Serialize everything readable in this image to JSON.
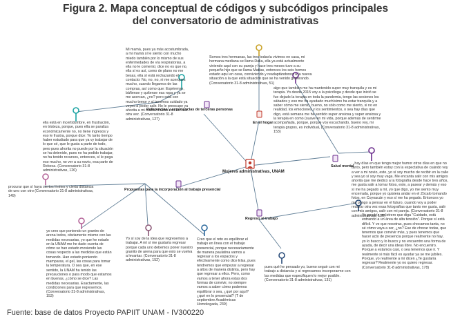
{
  "title": {
    "line1": "Figura 2. Mapa conceptual de códigos y subcódigos principales",
    "line2": "del conversatorio de administrativas"
  },
  "central_node": {
    "label": "Mujeres administrativas, UNAM",
    "icon": "user-document-icon",
    "color": "#c0392b"
  },
  "codes": {
    "referencias": "Referencias y experiencias de terceras personas",
    "en_el_hogar": "En el hogar",
    "salud_mental": "Salud mental",
    "propuestas": "Propuestas para la incorporación al trabajo presencial",
    "regreso": "Regreso al trabajo"
  },
  "quotes": {
    "q_mama": "Mi mamá, pues ya más acostumbrada, a mi mamá sí le siento con mucho miedo también por lo mismo de sus enfermedades de vía respiratorias, a ella no le comento; dice no es que no, ella sí es así, como de plano no me besas, ella sí está rechazando el contacto: No, no, no, ni me acerques mucho, cuando llegamos de las compras, así como que: Espérense, báñense y quítense esa ropa y ya se me acercan, ¿no? pero está con mucho temor y sí tenemos cuidado ya veyes a poder salir. No le preocupe ya ahorita a mi mamá mucho eso de salir otra vez. (Conversatorio 31-8 administrativas, 127)",
    "q_hermanas": "Somos tres hermanas, las tres todavía vivimos en casa, mi hermana mediana se llama Dalia, ella ya está actualmente viviendo aquí con su pareja y hace tres meses tuvo a su pequeño hijo que se llama Matías, entonces los seis hemos estado aquí en casa, conviviendo y readaptándonos a la nueva situación a la que está situación que se ha venido generando. (Conversatorio 31-8 administrativas, 51)",
    "q_algo": "algo que también me ha mantenido super muy tranquila y es mi terapia. Yo desde 2015 voy a la psicóloga y desde que inició se fue dejado la terapia en toda la pandemia, tengo las sesiones los sábados y eso me ha ayudado muchísimo ha estar tranquila y a saber cómo me siento, bueno, no sólo como me siento, si no en realidad, los emociones y los sentimientos, o sea hay días que digo, está semana me he sentido super ansiosa y super ansiosa y la terapia en como (suave en mi vida, porque además de sentirme acompañada, porque, porque voy escuchando, bueno voy, mi terapia grupos, es individual, (Conversatorio 31-8 administrativas, 153)",
    "q_incertidumbre": "ella está en incertidumbre, en frustración, en tristeza, porque, pues ella se paraliza económicamente no, no tiene ingresos y eso le frustra, porque dice: Yo tanto tiempo haber estudiado para que ya vy trabajar de lo que sé, que le gusta a parte de todo, pero pues ahorita no puede por la situación se ha detenido, pues no ha podido trabajar, no ha tenido recursos, entonces, sí le pega eso mucho, no ver a su novio, esa parte de Rebeca. (Conversatorio 31-8 administrativas, 126)",
    "q_humor": "...hay días en que tengo mejor humor otros días en que no tanto, pero también estoy con la expectativa de cuándo voy a ver a mi novio, este, yo sí soy mucho de recibir en la calle y sea yo sí soy muy vaga. Me encanta salir con mis amigos ahorita que me dedico a la fotografía desde hace tres años, me gusta salir a tomar fotos, este, a pasear y demás y eso sí me ha pegado a mí, yo que digo, yo me siento muy encerrada, porque yo quisiera andar en el Zócalo tomando fotos, en Coyoacán y eso sí me ha pegado. Entonces yo me pongo a pensar en el futuro, cuando voy a poder realizar otra vez esas fotografías que tanto me gusta, salir con mis amigos, salir con mi pareja. (Conversatorio 31-8 administrativas, 129)",
    "q_procurar": "procurar que sí haya ciertos límites y cierta distancia de uno con otro (Conversatorio 31-8 administrativas, 149)",
    "q_grantro": "yo creo que poniendo un grantro de arena todos, obviamente mismo con las medidas necesarias, yo que he estado en la UNAM me he dado cuenta de cómo se han estado moviendo las cosas respecto a las medidas que están tomando. Han estado poniendo mamparas, el gel, las cosas para tomar la temperatura. O sea que, en ese sentido, la UNAM ha tenido las precauciones o para modo que estamos en buenas, ¿cómo se dice? Las medidas necesarias. Exactamente, las condiciones para que regresemos. (Conversatorio 31-8 administrativas, 153)",
    "q_yosoy": "Yo sí soy de la idea que regresemos a trabajar. A mí sí me gustaría regresar porque cada uno debemos poner nuestro granito de arena para que esto se vuelva a levantar. (Conversatorio 31-8 administrativas, 152)",
    "q_equilibrar": "Creo que el reto es equilibrar el trabajo en línea con el trabajo presencial, porque necesariamente de manera paulatina vamos a regresar a los espacios y efectivamente como dice Elsa, pues tendremos que empezar a regresar a altos de manera distinta, pero hay que regresar a ellos. Pero, como vamos a tener ahora estas dos formas de convivir, no siempre vamos a saber cómo podemos equilibrar o sea, ¿qué por aquí? ¿qué en lo presencial? (T de septiembre Académicas Homologada, 239)",
    "q_pensado": "pues qué he pensado yo, bueno seguir con mi trabajo a distancia y si regresamos incorporarme con las medidas que especifiquen lo mejor posible. (Conversatorio 31-8 administrativas, 131)",
    "q_pondria": "Yo pondría un letrero que diga \"Cuidado, está entrando a un área de alta tensión\". Porque sí está difícil. Y ve que nosotras, pues chocamos tanta, no sé cómo vaya a ser, ¿no? Ese de chocar todas, que tenemos que convivir más, y pues tenemos que hacer acto de presencia porque realmente no hay, yo lo busco y lo busco y no encuentro una forma de ayuda, de decir una ideas libre. No encuentro. Porque a estamos casi, o sea tenemos que ir. Y realmente si más fácil es ayudar ya se me jubiles. Porque, yo realmente a mí dicen ¿Te gustaría regresar? Realmente yo no quiero regresar. (Conversatorio 31-8 administrativas, 178)"
  },
  "source": "Fuente: base de datos Proyecto PAPIIT UNAM - IV300220",
  "colors": {
    "line": "#5f7d95",
    "central_icon": "#c0392b",
    "teal": "#1aa3a3",
    "mustard": "#c9a227",
    "purple": "#6a2c8c",
    "rose": "#b5669a",
    "mauve": "#8d5a78",
    "steel_blue": "#2e6b9e",
    "red": "#c0392b",
    "navy": "#274a78"
  }
}
